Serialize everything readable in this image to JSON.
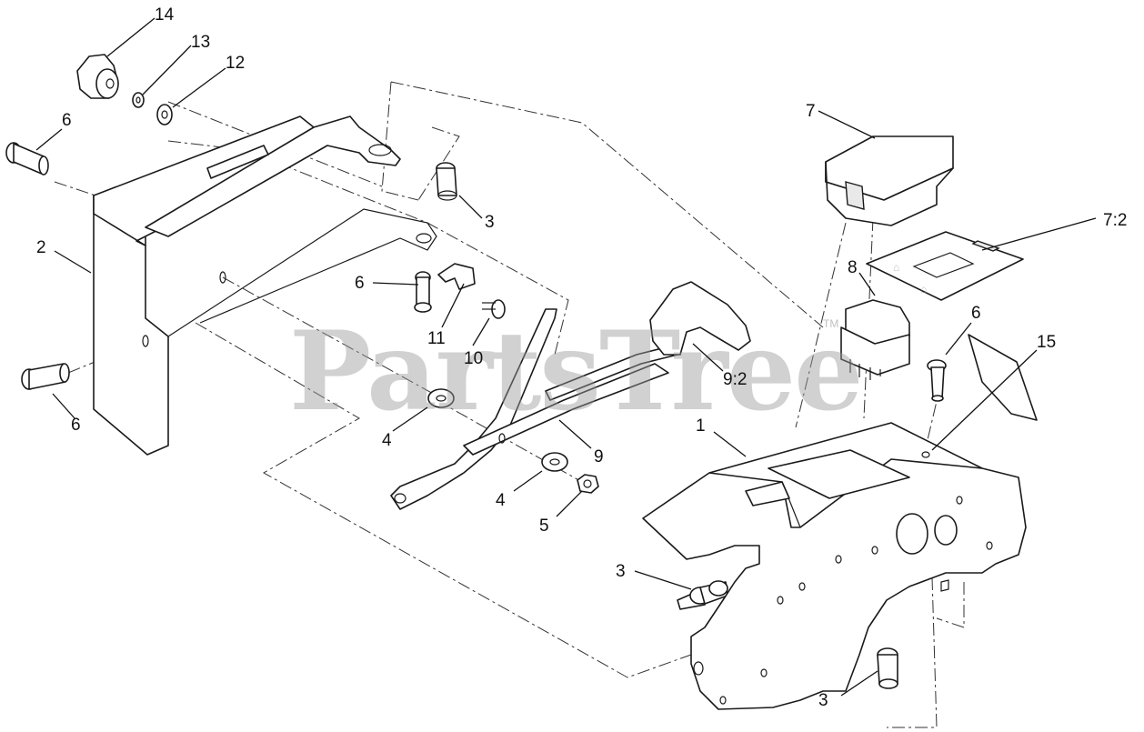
{
  "watermark": {
    "text": "PartsTree",
    "trademark": "TM"
  },
  "callouts": [
    {
      "id": "c14",
      "label": "14"
    },
    {
      "id": "c13",
      "label": "13"
    },
    {
      "id": "c12",
      "label": "12"
    },
    {
      "id": "c6a",
      "label": "6"
    },
    {
      "id": "c2",
      "label": "2"
    },
    {
      "id": "c6b",
      "label": "6"
    },
    {
      "id": "c3a",
      "label": "3"
    },
    {
      "id": "c6c",
      "label": "6"
    },
    {
      "id": "c11",
      "label": "11"
    },
    {
      "id": "c10",
      "label": "10"
    },
    {
      "id": "c4a",
      "label": "4"
    },
    {
      "id": "c9_2",
      "label": "9:2"
    },
    {
      "id": "c9",
      "label": "9"
    },
    {
      "id": "c4b",
      "label": "4"
    },
    {
      "id": "c5",
      "label": "5"
    },
    {
      "id": "c7",
      "label": "7"
    },
    {
      "id": "c7_2",
      "label": "7:2"
    },
    {
      "id": "c8",
      "label": "8"
    },
    {
      "id": "c6d",
      "label": "6"
    },
    {
      "id": "c15",
      "label": "15"
    },
    {
      "id": "c1",
      "label": "1"
    },
    {
      "id": "c3b",
      "label": "3"
    },
    {
      "id": "c3c",
      "label": "3"
    }
  ]
}
